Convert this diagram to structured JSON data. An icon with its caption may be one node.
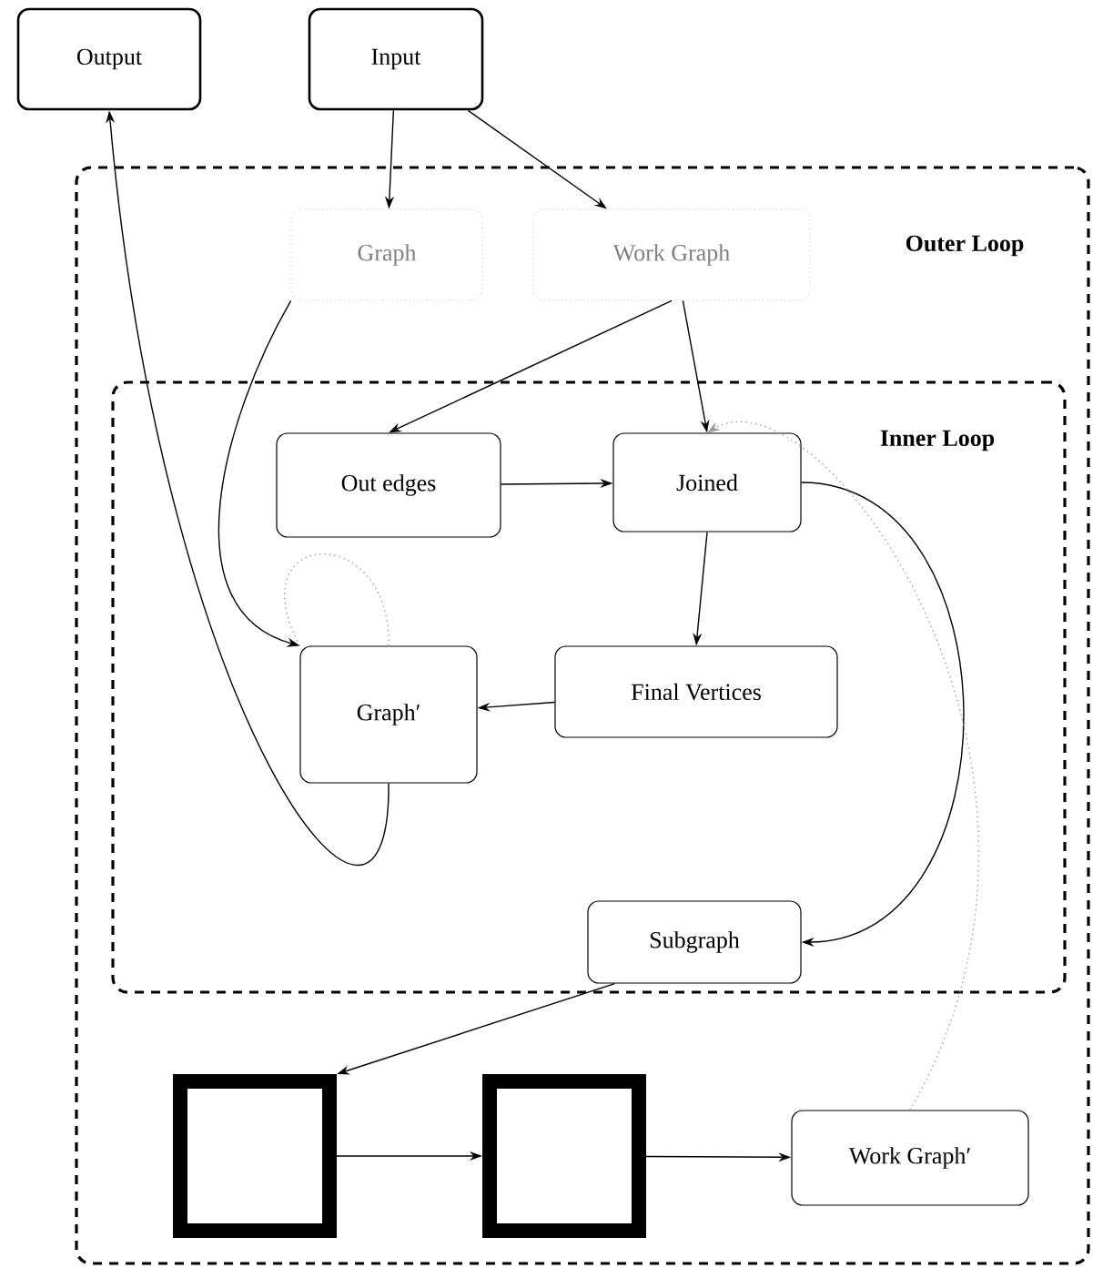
{
  "diagram": {
    "nodes": [
      {
        "text": [
          "Output"
        ]
      },
      {
        "text": [
          "Input"
        ]
      },
      {
        "text": [
          "Outer Loop"
        ]
      },
      {
        "text": [
          "Graph"
        ],
        "in": 2
      },
      {
        "text": [
          "Work Graph"
        ],
        "in": 2
      },
      {
        "text": [
          "Inner Loop"
        ],
        "in": 2
      },
      {
        "text": [
          "Out edges"
        ],
        "in": 5
      },
      {
        "text": [
          "Joined"
        ],
        "in": 5
      },
      {
        "text": [
          "Graph′"
        ],
        "in": 5
      },
      {
        "text": [
          "Final Vertices"
        ],
        "in": 5
      },
      {
        "text": [
          "Subgraph"
        ],
        "in": 5
      },
      {
        "text": [],
        "shape": "box",
        "in": 2
      },
      {
        "text": [],
        "shape": "box",
        "in": 2
      },
      {
        "text": [
          "Work Graph′"
        ],
        "in": 2
      }
    ],
    "edges": [
      {
        "from": 1,
        "to": 3,
        "arrow": "to"
      },
      {
        "from": 1,
        "to": 4,
        "arrow": "to"
      },
      {
        "from": 3,
        "to": 8,
        "arrow": "to"
      },
      {
        "from": 4,
        "to": 6,
        "arrow": "to"
      },
      {
        "from": 4,
        "to": 7,
        "arrow": "to"
      },
      {
        "from": 6,
        "to": 7,
        "arrow": "to"
      },
      {
        "from": 7,
        "to": 9,
        "arrow": "to"
      },
      {
        "from": 9,
        "to": 8,
        "arrow": "to"
      },
      {
        "from": 7,
        "to": 10,
        "arrow": "to"
      },
      {
        "from": 8,
        "to": 0,
        "arrow": "to"
      },
      {
        "from": 10,
        "to": 11,
        "arrow": "to"
      },
      {
        "from": 11,
        "to": 12,
        "arrow": "to"
      },
      {
        "from": 12,
        "to": 13,
        "arrow": "to"
      },
      {
        "from": 13,
        "to": 7,
        "arrow": "to",
        "style": "dashed",
        "color": "#999999"
      },
      {
        "from": 8,
        "to": 8,
        "arrow": "none",
        "style": "dashed",
        "color": "#999999"
      }
    ]
  }
}
